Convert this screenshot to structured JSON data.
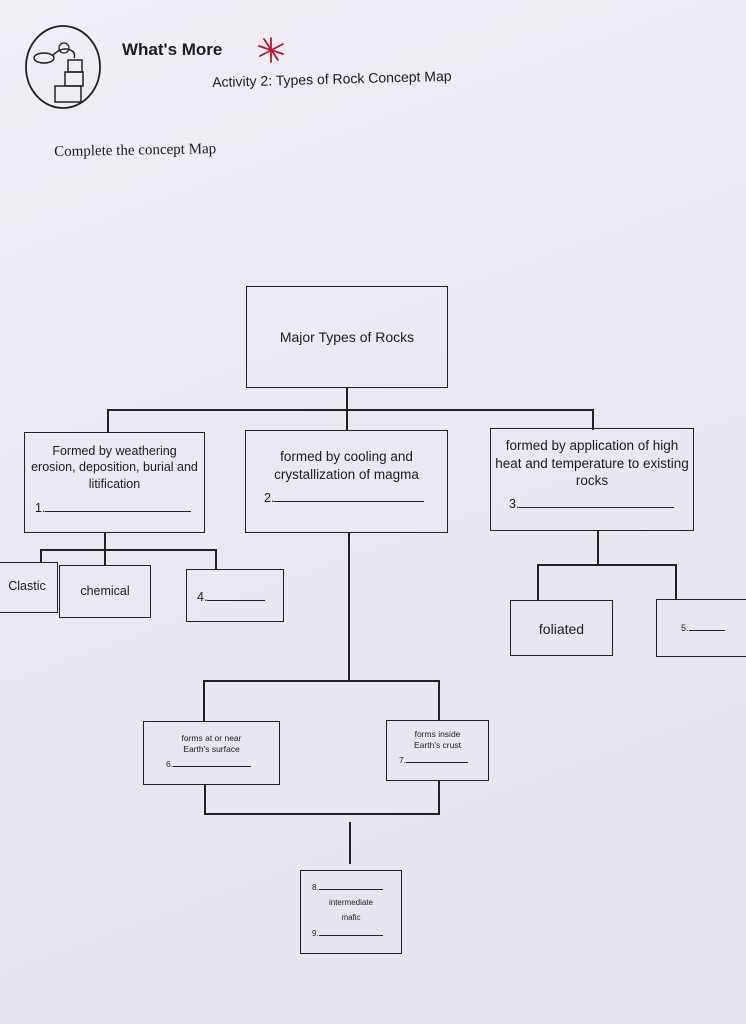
{
  "header": {
    "title": "What's More",
    "activity": "Activity 2: Types of Rock Concept Map"
  },
  "instructions": "Complete the concept Map",
  "concept_map": {
    "root": "Major Types of Rocks",
    "sedimentary": {
      "description": "Formed by weathering erosion, deposition, burial and litification",
      "blank": "1."
    },
    "igneous": {
      "description": "formed by cooling and crystallization of magma",
      "blank": "2."
    },
    "metamorphic": {
      "description": "formed by application of high heat and temperature to existing rocks",
      "blank": "3."
    },
    "sedimentary_types": [
      "Clastic",
      "chemical",
      "4."
    ],
    "metamorphic_types": [
      "foliated",
      "5."
    ],
    "igneous_formation": {
      "surface": {
        "description": "forms at or near Earth's surface",
        "blank": "6."
      },
      "inside": {
        "description": "forms inside Earth's crust",
        "blank": "7."
      }
    },
    "composition": {
      "blank_top": "8.",
      "items": [
        "intermediate",
        "mafic"
      ],
      "blank_bottom": "9."
    }
  },
  "colors": {
    "ink": "#222222",
    "paper": "#ece9f3",
    "star": "#b8182a"
  },
  "icons": [
    "activity-logo-icon",
    "star-icon"
  ]
}
